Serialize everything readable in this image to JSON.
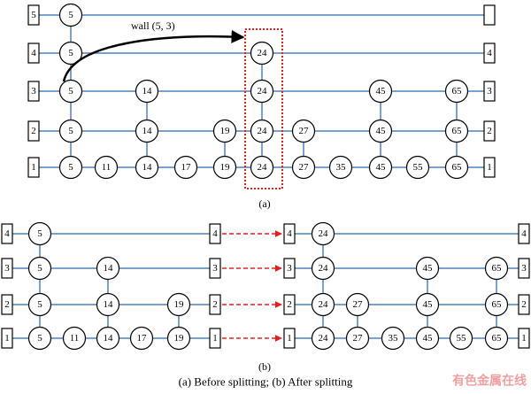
{
  "part_a": {
    "label": "(a)",
    "wall_label": "wall (5, 3)",
    "left_levels": [
      "5",
      "4",
      "3",
      "2",
      "1"
    ],
    "right_levels": [
      "",
      "4",
      "3",
      "2",
      "1"
    ],
    "rows": [
      {
        "level": "5",
        "nodes": [
          "5"
        ]
      },
      {
        "level": "4",
        "nodes": [
          "5",
          "24"
        ]
      },
      {
        "level": "3",
        "nodes": [
          "5",
          "14",
          "24",
          "45",
          "65"
        ]
      },
      {
        "level": "2",
        "nodes": [
          "5",
          "14",
          "19",
          "24",
          "27",
          "45",
          "65"
        ]
      },
      {
        "level": "1",
        "nodes": [
          "5",
          "11",
          "14",
          "17",
          "19",
          "24",
          "27",
          "35",
          "45",
          "55",
          "65"
        ]
      }
    ]
  },
  "part_b": {
    "label": "(b)",
    "left": {
      "levels": [
        "4",
        "3",
        "2",
        "1"
      ],
      "end_levels": [
        "4",
        "3",
        "2",
        "1"
      ],
      "rows": [
        {
          "level": "4",
          "nodes": [
            "5"
          ]
        },
        {
          "level": "3",
          "nodes": [
            "5",
            "14"
          ]
        },
        {
          "level": "2",
          "nodes": [
            "5",
            "14",
            "19"
          ]
        },
        {
          "level": "1",
          "nodes": [
            "5",
            "11",
            "14",
            "17",
            "19"
          ]
        }
      ]
    },
    "right": {
      "levels": [
        "4",
        "3",
        "2",
        "1"
      ],
      "end_levels": [
        "4",
        "3",
        "2",
        "1"
      ],
      "rows": [
        {
          "level": "4",
          "nodes": [
            "24"
          ]
        },
        {
          "level": "3",
          "nodes": [
            "24",
            "45",
            "65"
          ]
        },
        {
          "level": "2",
          "nodes": [
            "24",
            "27",
            "45",
            "65"
          ]
        },
        {
          "level": "1",
          "nodes": [
            "24",
            "27",
            "35",
            "45",
            "55",
            "65"
          ]
        }
      ]
    }
  },
  "caption": "(a) Before splitting; (b) After splitting",
  "watermark": "有色金属在线",
  "colors": {
    "link": "#4f81bd",
    "highlight": "#e02020",
    "arrow": "#000000",
    "watermark": "#f3a0a0"
  }
}
